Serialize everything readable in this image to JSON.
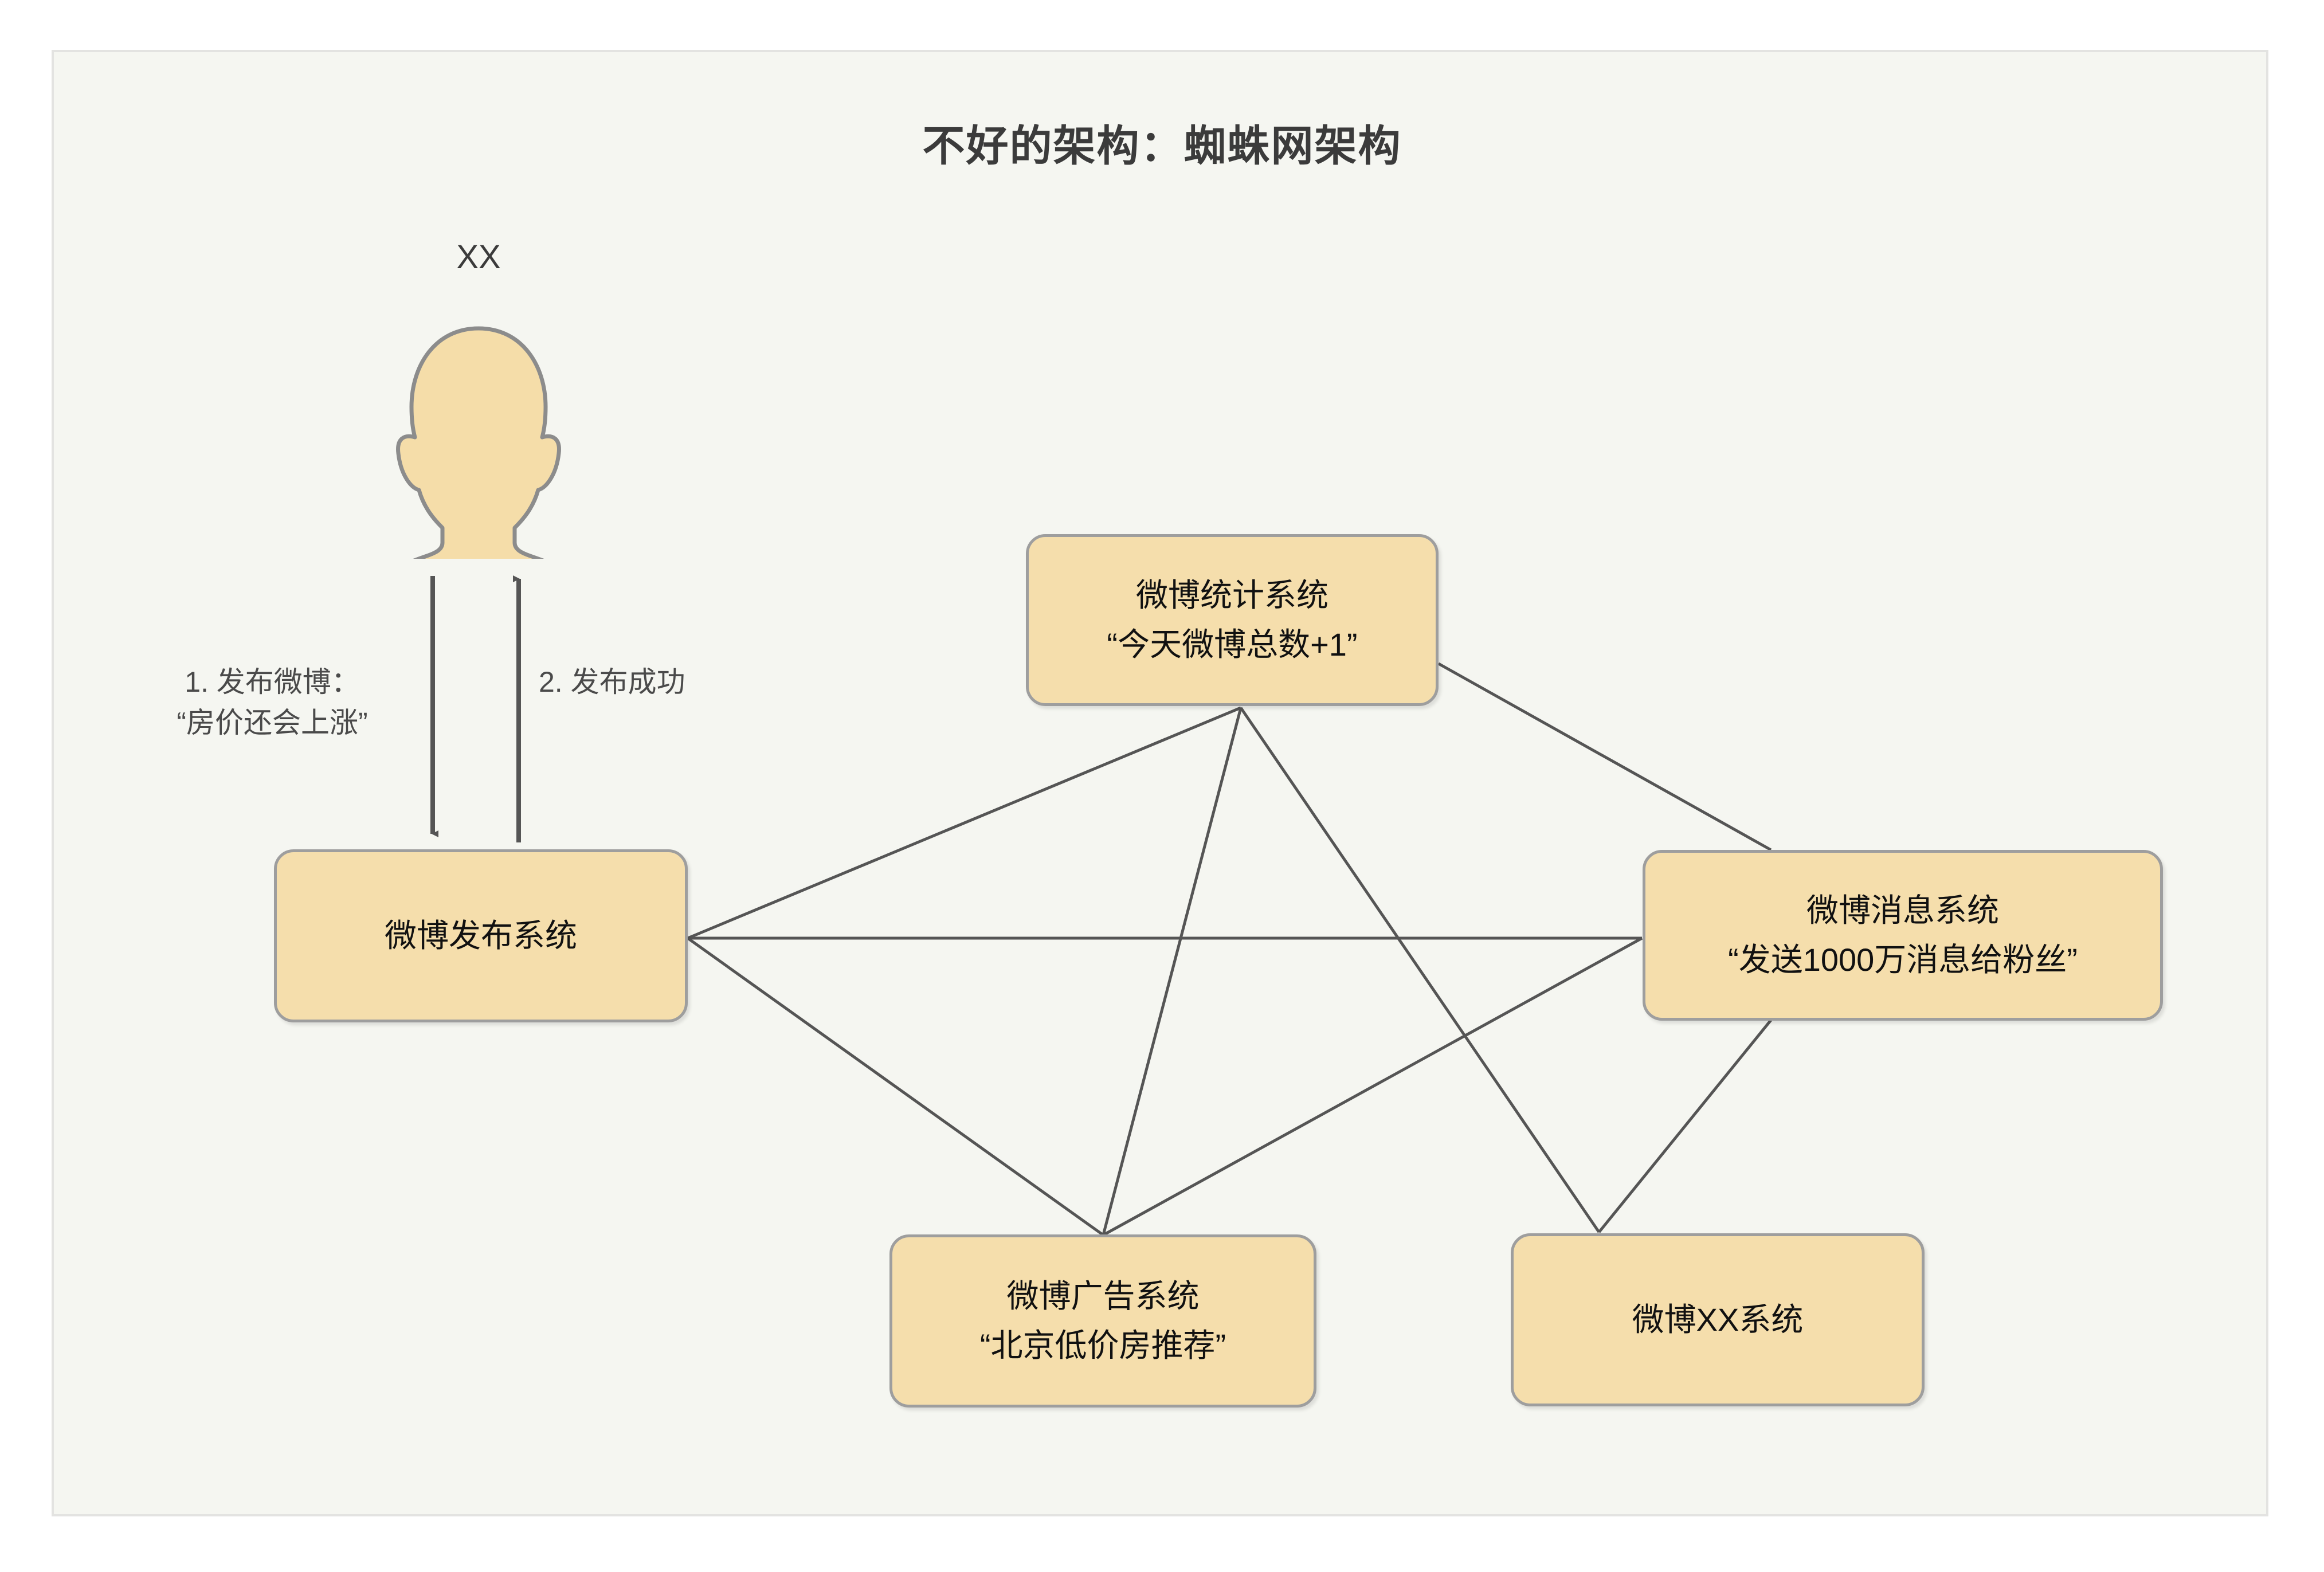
{
  "title": "不好的架构：蜘蛛网架构",
  "colors": {
    "canvas_background": "#f5f6f1",
    "canvas_border": "#e3e3e1",
    "node_fill": "#f5deac",
    "node_border": "#9e9e9e",
    "edge_stroke": "#555555",
    "title_color": "#3b3b3b",
    "label_color": "#4a4a4a",
    "avatar_fill": "#f5dda9",
    "avatar_stroke": "#8c8c8c"
  },
  "actor": {
    "label": "XX",
    "icon": "user-avatar-icon"
  },
  "flow_labels": {
    "step1_line1": "1. 发布微博：",
    "step1_line2": "“房价还会上涨”",
    "step2": "2. 发布成功"
  },
  "nodes": [
    {
      "id": "publish",
      "line1": "微博发布系统",
      "line2": ""
    },
    {
      "id": "stats",
      "line1": "微博统计系统",
      "line2": "“今天微博总数+1”"
    },
    {
      "id": "message",
      "line1": "微博消息系统",
      "line2": "“发送1000万消息给粉丝”"
    },
    {
      "id": "ads",
      "line1": "微博广告系统",
      "line2": "“北京低价房推荐”"
    },
    {
      "id": "other",
      "line1": "微博XX系统",
      "line2": ""
    }
  ],
  "edges": [
    {
      "from": "actor",
      "to": "publish",
      "directed": true,
      "label": "1. 发布微博：“房价还会上涨”"
    },
    {
      "from": "publish",
      "to": "actor",
      "directed": true,
      "label": "2. 发布成功"
    },
    {
      "from": "publish",
      "to": "stats",
      "directed": false,
      "label": ""
    },
    {
      "from": "publish",
      "to": "message",
      "directed": false,
      "label": ""
    },
    {
      "from": "publish",
      "to": "ads",
      "directed": false,
      "label": ""
    },
    {
      "from": "stats",
      "to": "message",
      "directed": false,
      "label": ""
    },
    {
      "from": "stats",
      "to": "ads",
      "directed": false,
      "label": ""
    },
    {
      "from": "stats",
      "to": "other",
      "directed": false,
      "label": ""
    },
    {
      "from": "message",
      "to": "ads",
      "directed": false,
      "label": ""
    },
    {
      "from": "message",
      "to": "other",
      "directed": false,
      "label": ""
    }
  ]
}
